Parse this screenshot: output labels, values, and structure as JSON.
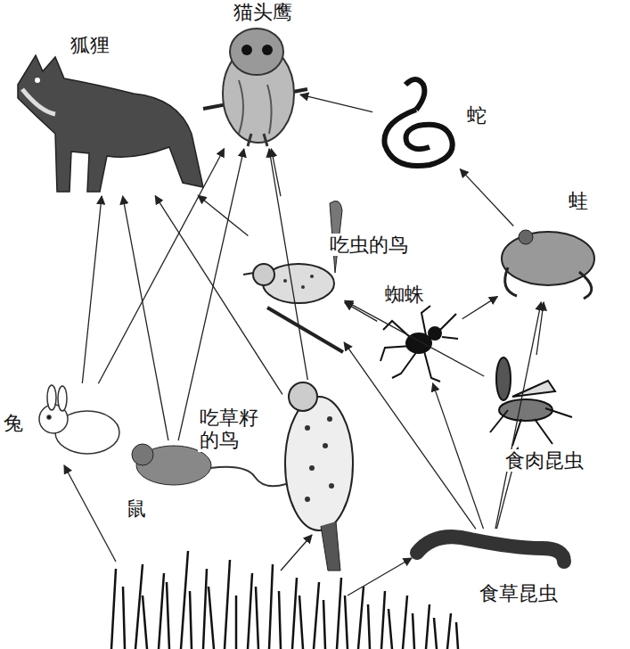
{
  "diagram": {
    "nodes": [
      {
        "text": [
          "猫头鹰"
        ]
      },
      {
        "text": [
          "狐狸"
        ]
      },
      {
        "text": [
          "蛇"
        ]
      },
      {
        "text": [
          "吃虫的鸟"
        ]
      },
      {
        "text": [
          "蜘蛛"
        ]
      },
      {
        "text": [
          "蛙"
        ]
      },
      {
        "text": [
          "兔"
        ]
      },
      {
        "text": [
          "鼠"
        ]
      },
      {
        "text": [
          "吃草籽的鸟"
        ]
      },
      {
        "text": [
          "食肉昆虫"
        ]
      },
      {
        "text": [
          "食草昆虫"
        ]
      }
    ],
    "edges": [
      {
        "from": 6,
        "to": 1,
        "arrow": "to"
      },
      {
        "from": 6,
        "to": 0,
        "arrow": "to"
      },
      {
        "from": 7,
        "to": 1,
        "arrow": "to"
      },
      {
        "from": 7,
        "to": 0,
        "arrow": "to"
      },
      {
        "from": 8,
        "to": 1,
        "arrow": "to"
      },
      {
        "from": 8,
        "to": 0,
        "arrow": "to"
      },
      {
        "from": 3,
        "to": 1,
        "arrow": "to"
      },
      {
        "from": 3,
        "to": 0,
        "arrow": "to"
      },
      {
        "from": 2,
        "to": 0,
        "arrow": "to"
      },
      {
        "from": 5,
        "to": 2,
        "arrow": "to"
      },
      {
        "from": 4,
        "to": 3,
        "arrow": "to"
      },
      {
        "from": 4,
        "to": 5,
        "arrow": "to"
      },
      {
        "from": 9,
        "to": 3,
        "arrow": "to"
      },
      {
        "from": 9,
        "to": 5,
        "arrow": "to"
      },
      {
        "from": 10,
        "to": 4,
        "arrow": "to"
      },
      {
        "from": 10,
        "to": 9,
        "arrow": "to"
      },
      {
        "from": 10,
        "to": 3,
        "arrow": "to"
      },
      {
        "from": 10,
        "to": 5,
        "arrow": "to"
      }
    ]
  }
}
